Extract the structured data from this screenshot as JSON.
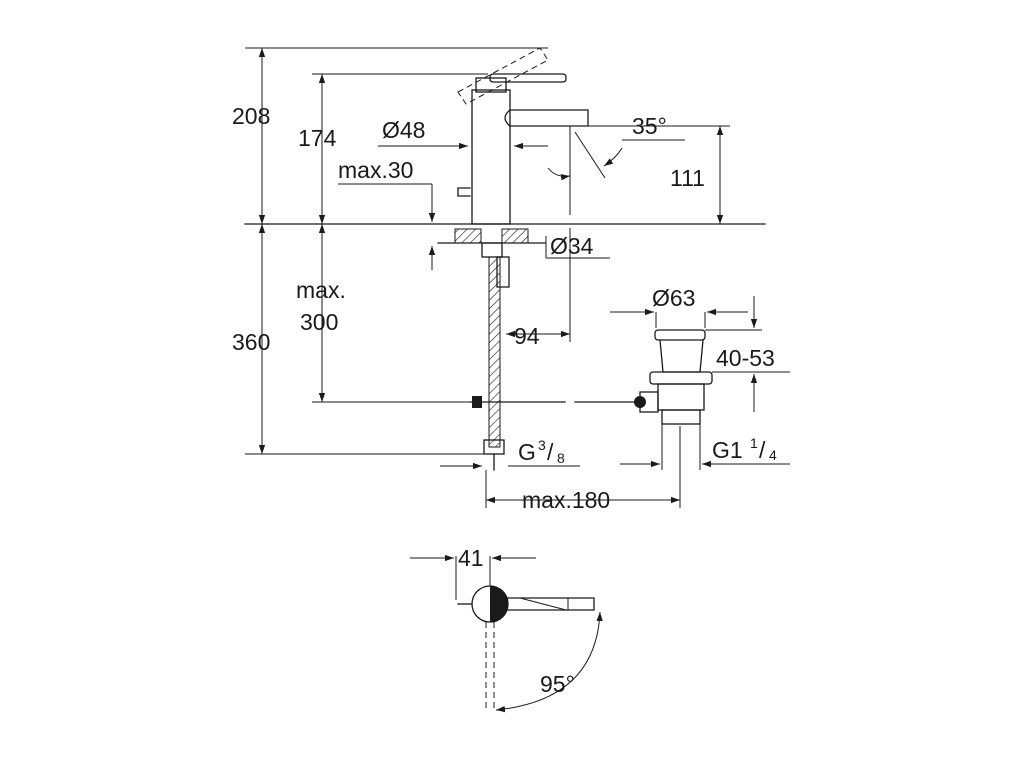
{
  "colors": {
    "line": "#1a1a1a",
    "background": "#ffffff"
  },
  "dimensions": {
    "overall_height": "208",
    "handle_height": "174",
    "body_diameter": "Ø48",
    "deck_thickness": "max.30",
    "lever_angle": "35°",
    "spout_height": "111",
    "hole_diameter": "Ø34",
    "hose_length_a": "max.",
    "hose_length_b": "300",
    "below_deck": "360",
    "spout_reach": "94",
    "waste_diameter": "Ø63",
    "waste_range": "40-53",
    "waste_thread_main": "G1",
    "waste_thread_num": "1",
    "waste_thread_den": "4",
    "hose_thread_main": "G",
    "hose_thread_num": "3",
    "hose_thread_den": "8",
    "pull_rod": "max.180",
    "plan_offset": "41",
    "swivel_angle": "95°"
  }
}
